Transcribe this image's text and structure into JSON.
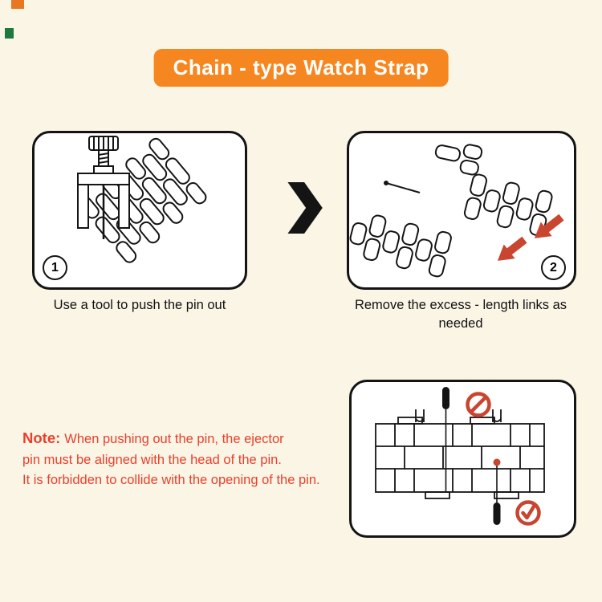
{
  "colors": {
    "background": "#FBF5E6",
    "banner_bg": "#F6861F",
    "banner_fg": "#FFFFFF",
    "outline": "#141414",
    "accent_red": "#C9452F",
    "note_red": "#E8402C"
  },
  "banner": {
    "title": "Chain - type Watch Strap"
  },
  "steps": {
    "step1": {
      "badge": "1",
      "caption": "Use a tool to push the pin out"
    },
    "step2": {
      "badge": "2",
      "caption": "Remove the excess - length links as needed"
    }
  },
  "arrow": {
    "icon": "chevron-right"
  },
  "note": {
    "label": "Note:",
    "line1": "When pushing out the pin, the ejector",
    "line2": "pin must be aligned with the head of the pin.",
    "line3": "It is forbidden to collide with the opening of the pin."
  },
  "detail_panel": {
    "prohibited_icon": "no-symbol",
    "allowed_icon": "check-symbol"
  }
}
